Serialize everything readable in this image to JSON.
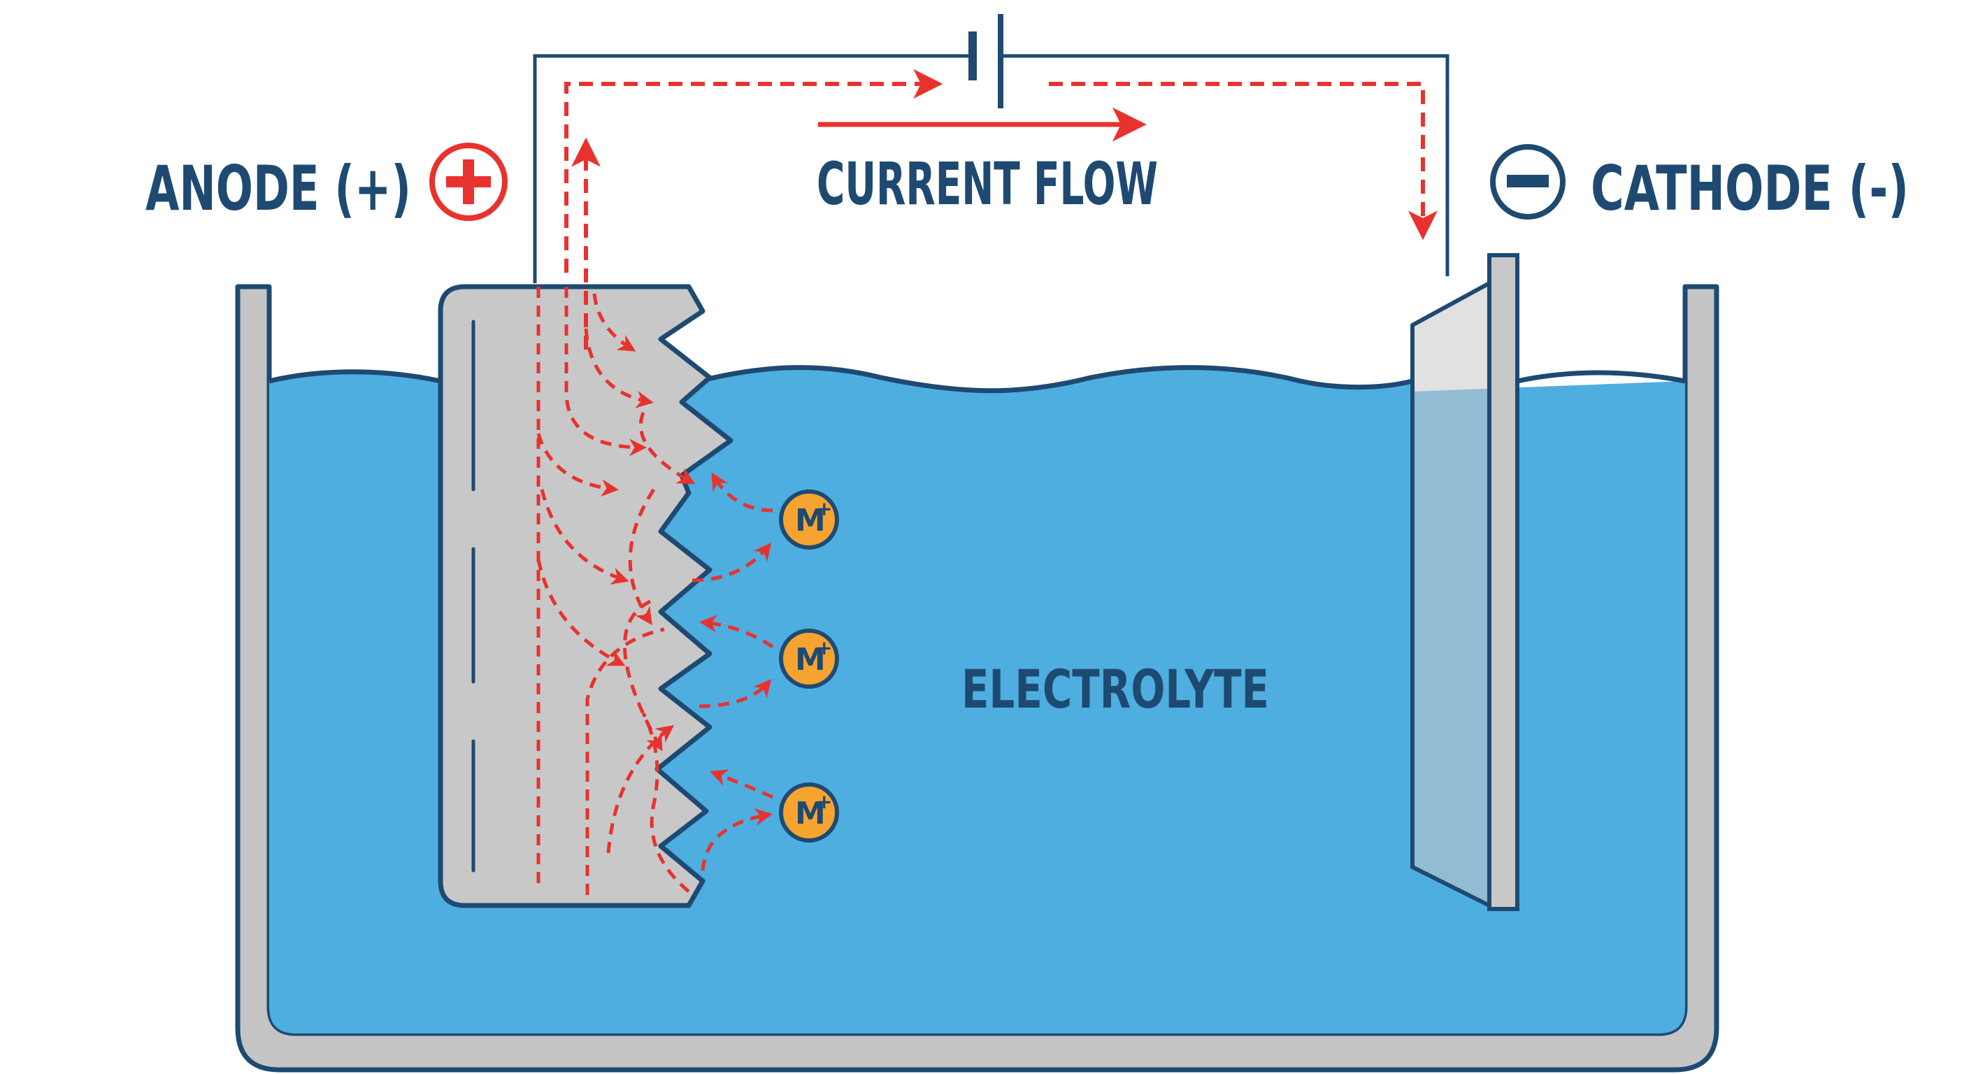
{
  "labels": {
    "anode": "ANODE (+)",
    "cathode": "CATHODE (-)",
    "current_flow": "CURRENT FLOW",
    "electrolyte": "ELECTROLYTE",
    "ion": "M",
    "ion_charge": "+"
  },
  "icons": {
    "anode_symbol": "plus-circle-icon",
    "cathode_symbol": "minus-circle-icon",
    "battery": "battery-symbol"
  },
  "ions": [
    {
      "label": "M",
      "charge": "+"
    },
    {
      "label": "M",
      "charge": "+"
    },
    {
      "label": "M",
      "charge": "+"
    }
  ],
  "colors": {
    "outline": "#1e4a72",
    "electrolyte": "#4eaee0",
    "metal": "#c8c8c8",
    "current_arrow": "#e8322e",
    "ion_fill": "#f7a330",
    "background": "#ffffff"
  }
}
